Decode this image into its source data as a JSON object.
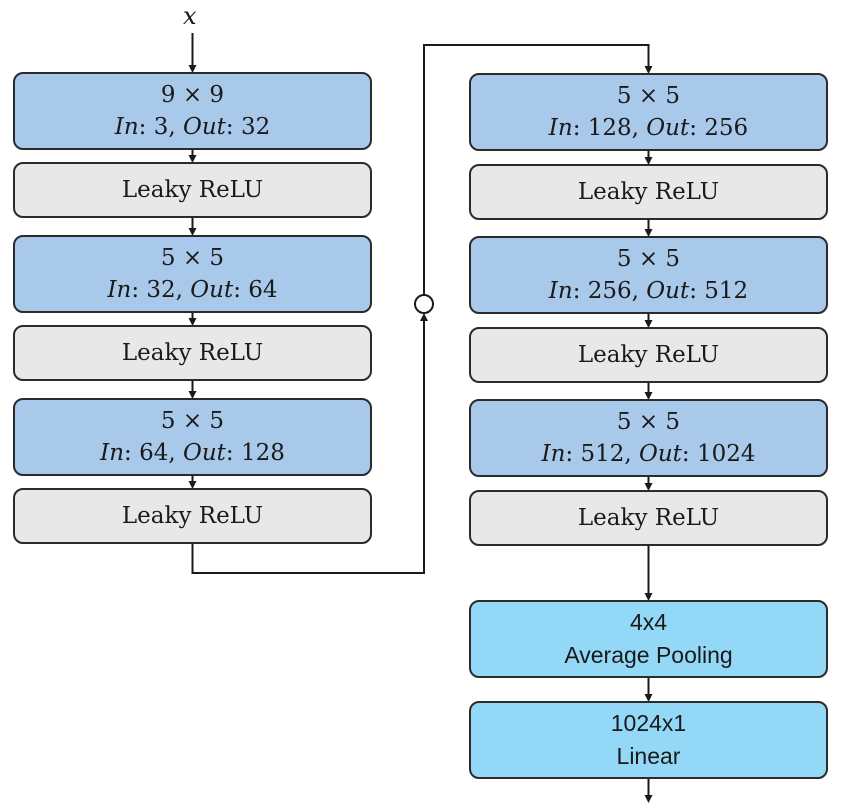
{
  "input_label": "x",
  "left_column": [
    {
      "kind": "conv",
      "kernel": "9 × 9",
      "in_label": "In",
      "in_value": "3",
      "out_label": "Out",
      "out_value": "32"
    },
    {
      "kind": "act",
      "label": "Leaky ReLU"
    },
    {
      "kind": "conv",
      "kernel": "5 × 5",
      "in_label": "In",
      "in_value": "32",
      "out_label": "Out",
      "out_value": "64"
    },
    {
      "kind": "act",
      "label": "Leaky ReLU"
    },
    {
      "kind": "conv",
      "kernel": "5 × 5",
      "in_label": "In",
      "in_value": "64",
      "out_label": "Out",
      "out_value": "128"
    },
    {
      "kind": "act",
      "label": "Leaky ReLU"
    }
  ],
  "right_column": [
    {
      "kind": "conv",
      "kernel": "5 × 5",
      "in_label": "In",
      "in_value": "128",
      "out_label": "Out",
      "out_value": "256"
    },
    {
      "kind": "act",
      "label": "Leaky ReLU"
    },
    {
      "kind": "conv",
      "kernel": "5 × 5",
      "in_label": "In",
      "in_value": "256",
      "out_label": "Out",
      "out_value": "512"
    },
    {
      "kind": "act",
      "label": "Leaky ReLU"
    },
    {
      "kind": "conv",
      "kernel": "5 × 5",
      "in_label": "In",
      "in_value": "512",
      "out_label": "Out",
      "out_value": "1024"
    },
    {
      "kind": "act",
      "label": "Leaky ReLU"
    },
    {
      "kind": "pool",
      "line1": "4x4",
      "line2": "Average Pooling"
    },
    {
      "kind": "pool",
      "line1": "1024x1",
      "line2": "Linear"
    }
  ],
  "colors": {
    "conv_fill": "#a9c9ea",
    "activation_fill": "#e8e8e8",
    "head_fill": "#93d8f6",
    "stroke": "#2b2b2b"
  }
}
